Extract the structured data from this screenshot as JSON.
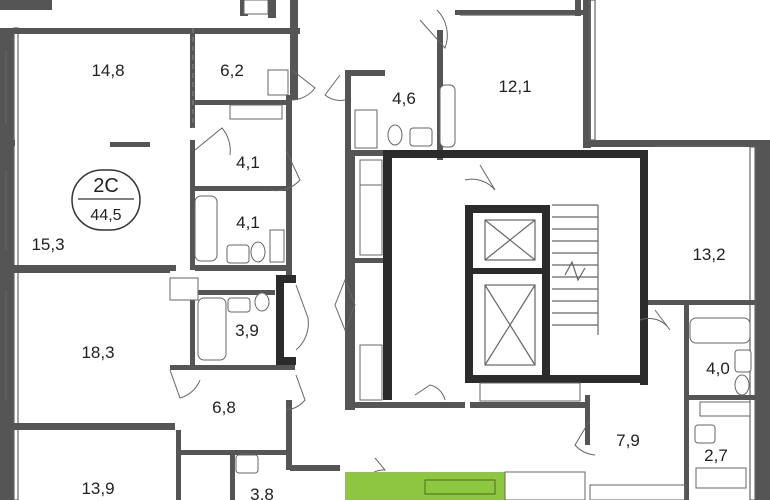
{
  "colors": {
    "wall": "#555555",
    "core_wall": "#2b2b2b",
    "highlight": "#8dc63f",
    "text": "#222222"
  },
  "apartment_badge": {
    "type": "2С",
    "area": "44,5"
  },
  "rooms": {
    "r_14_8": "14,8",
    "r_6_2": "6,2",
    "r_4_6": "4,6",
    "r_12_1": "12,1",
    "r_4_1a": "4,1",
    "r_4_1b": "4,1",
    "r_15_3": "15,3",
    "r_13_2": "13,2",
    "r_18_3": "18,3",
    "r_3_9": "3,9",
    "r_4_0": "4,0",
    "r_6_8": "6,8",
    "r_7_9": "7,9",
    "r_2_7": "2,7",
    "r_13_9": "13,9",
    "r_3_8": "3,8"
  }
}
